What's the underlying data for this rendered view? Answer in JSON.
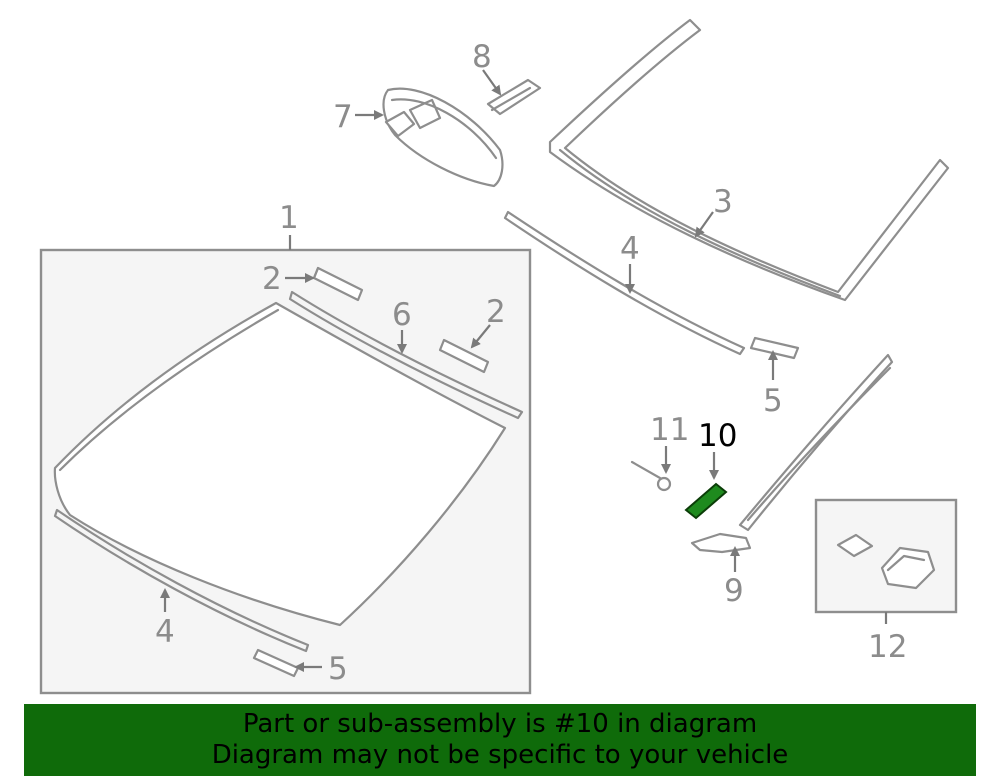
{
  "diagram": {
    "callouts": {
      "c1": "1",
      "c2a": "2",
      "c2b": "2",
      "c3": "3",
      "c4a": "4",
      "c4b": "4",
      "c5a": "5",
      "c5b": "5",
      "c6": "6",
      "c7": "7",
      "c8": "8",
      "c9": "9",
      "c10": "10",
      "c11": "11",
      "c12": "12"
    },
    "highlighted_part": "10",
    "highlight_color": "#1e8a1e"
  },
  "banner": {
    "line1": "Part or sub-assembly is #10 in diagram",
    "line2": "Diagram may not be specific to your vehicle",
    "background": "#0f6b0a"
  }
}
